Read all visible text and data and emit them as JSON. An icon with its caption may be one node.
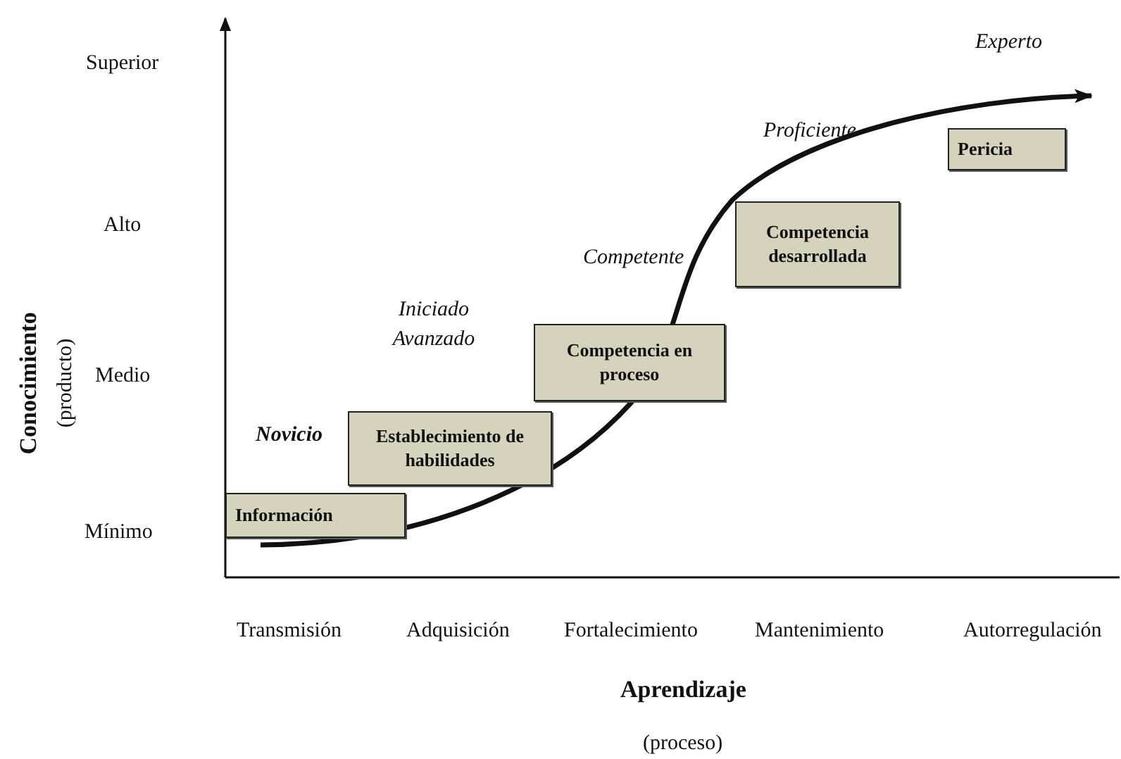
{
  "diagram": {
    "nodes": [
      {
        "text": [
          "Información"
        ]
      },
      {
        "text": [
          "Establecimiento de habilidades"
        ]
      },
      {
        "text": [
          "Competencia en proceso"
        ]
      },
      {
        "text": [
          "Competencia desarrollada"
        ]
      },
      {
        "text": [
          "Pericia"
        ]
      }
    ],
    "labels": [
      "Experto",
      "Superior",
      "Proficiente",
      "Alto",
      "Competente",
      "Iniciado Avanzado",
      "Medio",
      "Novicio",
      "Mínimo",
      "Transmisión",
      "Adquisición",
      "Fortalecimiento",
      "Mantenimiento",
      "Autorregulación",
      "Aprendizaje",
      "(proceso)",
      "Conocimiento",
      "(producto)"
    ]
  }
}
